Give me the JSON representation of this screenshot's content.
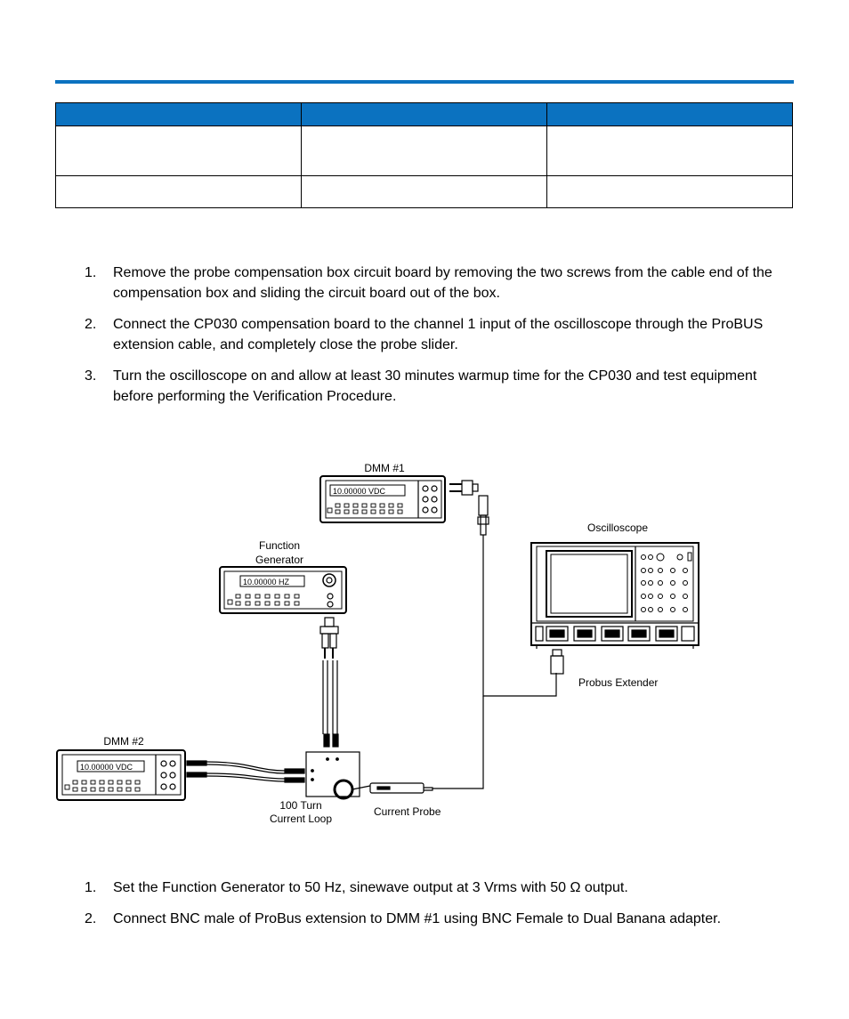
{
  "setup_steps": [
    {
      "num": "1.",
      "text": "Remove the probe compensation box circuit board by removing the two screws from the cable end of the compensation box and sliding the circuit board out of the box."
    },
    {
      "num": "2.",
      "text": "Connect the CP030 compensation board to the channel 1 input of the oscilloscope through the ProBUS extension cable, and completely close the probe slider."
    },
    {
      "num": "3.",
      "text": "Turn the oscilloscope on and allow at least 30 minutes warmup time for the CP030 and test equipment before performing the Verification Procedure."
    }
  ],
  "diagram": {
    "dmm1_label": "DMM #1",
    "dmm1_display": "10.00000 VDC",
    "function_generator_label": [
      "Function",
      "Generator"
    ],
    "function_generator_display": "10.00000 HZ",
    "oscilloscope_label": "Oscilloscope",
    "probus_extender_label": "Probus Extender",
    "dmm2_label": "DMM #2",
    "dmm2_display": "10.00000 VDC",
    "current_loop_label": [
      "100 Turn",
      "Current Loop"
    ],
    "current_probe_label": "Current Probe"
  },
  "procedure_steps": [
    {
      "num": "1.",
      "text": "Set the Function Generator to 50 Hz, sinewave output at 3 Vrms with 50 Ω output."
    },
    {
      "num": "2.",
      "text": "Connect BNC male of ProBus extension to DMM #1 using BNC Female to Dual Banana adapter."
    }
  ]
}
